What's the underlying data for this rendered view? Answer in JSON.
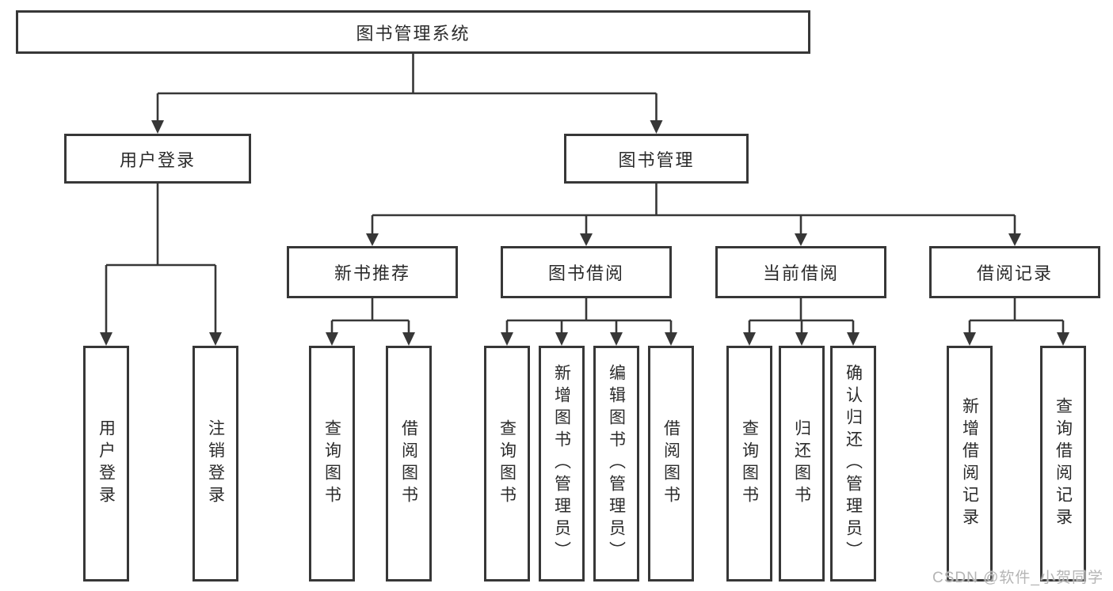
{
  "diagram": {
    "root": {
      "label": "图书管理系统"
    },
    "level1": {
      "user_login": {
        "label": "用户登录"
      },
      "book_management": {
        "label": "图书管理"
      }
    },
    "level2": {
      "new_book_recommend": {
        "label": "新书推荐"
      },
      "book_borrowing": {
        "label": "图书借阅"
      },
      "current_borrowing": {
        "label": "当前借阅"
      },
      "borrowing_records": {
        "label": "借阅记录"
      }
    },
    "level3": {
      "user_login": {
        "label": "用户登录"
      },
      "logout": {
        "label": "注销登录"
      },
      "query_book_under_recommend": {
        "label": "查询图书"
      },
      "borrow_book_under_recommend": {
        "label": "借阅图书"
      },
      "query_book_under_borrowing": {
        "label": "查询图书"
      },
      "add_book_admin": {
        "label": "新增图书（管理员）"
      },
      "edit_book_admin": {
        "label": "编辑图书（管理员）"
      },
      "borrow_book_under_borrowing": {
        "label": "借阅图书"
      },
      "query_book_under_current": {
        "label": "查询图书"
      },
      "return_book": {
        "label": "归还图书"
      },
      "confirm_return_admin": {
        "label": "确认归还（管理员）"
      },
      "add_borrow_record": {
        "label": "新增借阅记录"
      },
      "query_borrow_record": {
        "label": "查询借阅记录"
      }
    },
    "watermark": {
      "text": "CSDN @软件_小贺同学"
    },
    "colors": {
      "line": "#373737",
      "text": "#2b2b2b",
      "background": "#ffffff",
      "watermark": "#b5b5b5"
    }
  }
}
